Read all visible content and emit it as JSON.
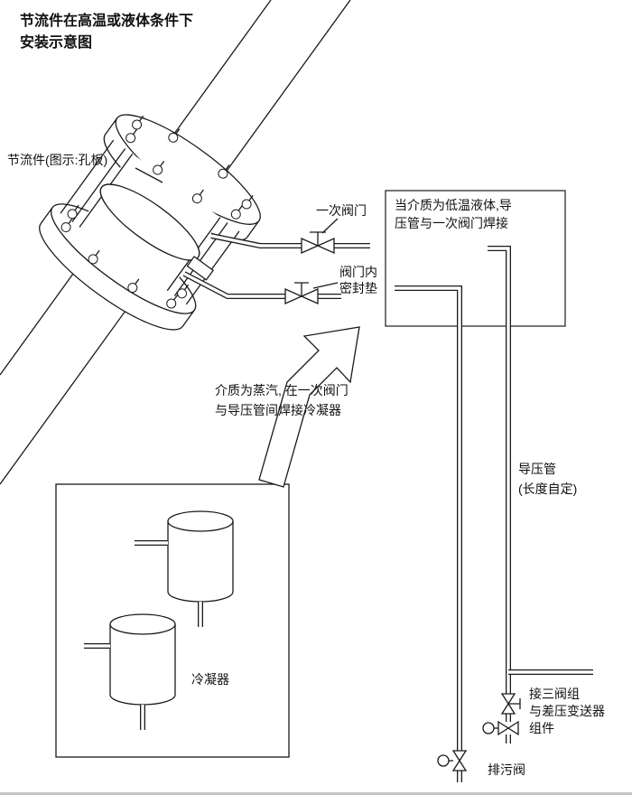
{
  "title": {
    "line1": "节流件在高温或液体条件下",
    "line2": "安装示意图"
  },
  "labels": {
    "orifice": "节流件(图示:孔板)",
    "primary_valve": "一次阀门",
    "gasket_l1": "阀门内",
    "gasket_l2": "密封垫",
    "note_l1": "当介质为低温液体,导",
    "note_l2": "压管与一次阀门焊接",
    "steam_l1": "介质为蒸汽, 在一次阀门",
    "steam_l2": "与导压管间焊接冷凝器",
    "impulse_l1": "导压管",
    "impulse_l2": "(长度自定)",
    "condenser": "冷凝器",
    "manifold_l1": "接三阀组",
    "manifold_l2": "与差压变送器",
    "manifold_l3": "组件",
    "drain": "排污阀"
  },
  "colors": {
    "ink": "#1a1a1a",
    "paper": "#ffffff"
  }
}
